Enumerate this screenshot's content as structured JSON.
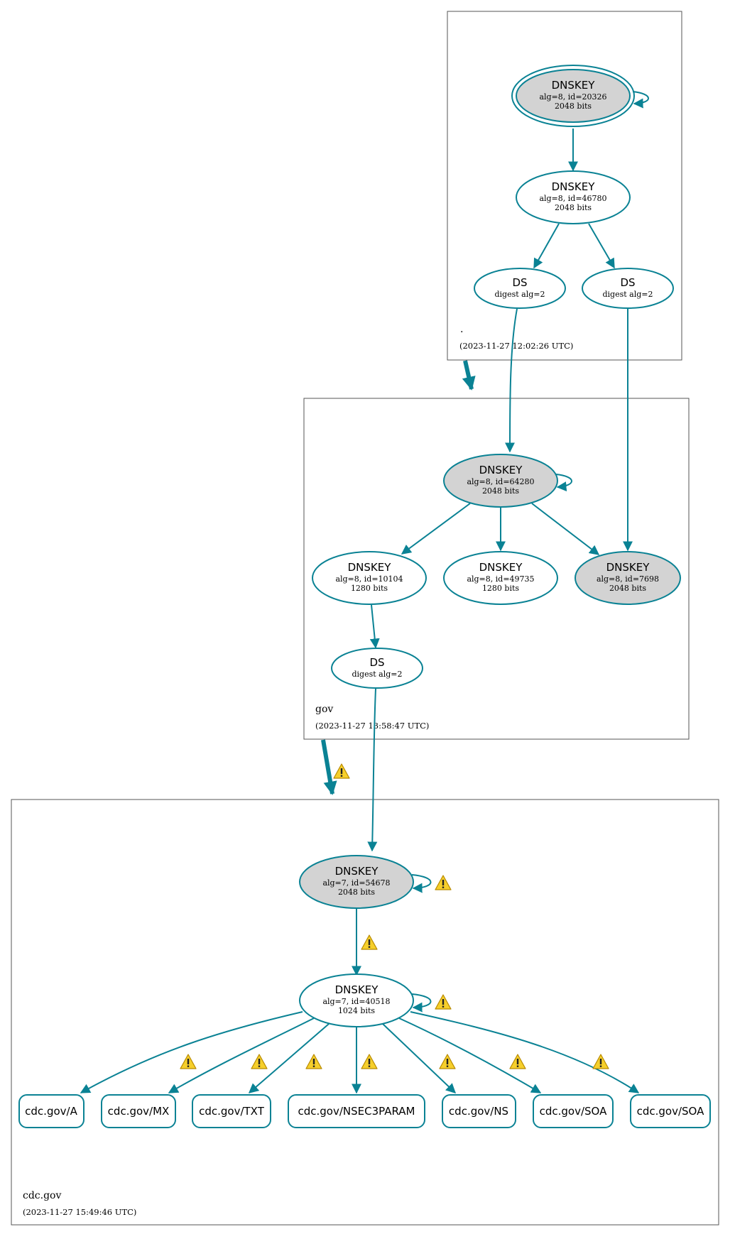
{
  "zones": {
    "root": {
      "name": ".",
      "time": "(2023-11-27 12:02:26 UTC)"
    },
    "gov": {
      "name": "gov",
      "time": "(2023-11-27 13:58:47 UTC)"
    },
    "cdc": {
      "name": "cdc.gov",
      "time": "(2023-11-27 15:49:46 UTC)"
    }
  },
  "nodes": {
    "root_ksk": {
      "title": "DNSKEY",
      "line1": "alg=8, id=20326",
      "line2": "2048 bits"
    },
    "root_zsk": {
      "title": "DNSKEY",
      "line1": "alg=8, id=46780",
      "line2": "2048 bits"
    },
    "root_ds1": {
      "title": "DS",
      "line1": "digest alg=2"
    },
    "root_ds2": {
      "title": "DS",
      "line1": "digest alg=2"
    },
    "gov_ksk": {
      "title": "DNSKEY",
      "line1": "alg=8, id=64280",
      "line2": "2048 bits"
    },
    "gov_zsk1": {
      "title": "DNSKEY",
      "line1": "alg=8, id=10104",
      "line2": "1280 bits"
    },
    "gov_zsk2": {
      "title": "DNSKEY",
      "line1": "alg=8, id=49735",
      "line2": "1280 bits"
    },
    "gov_ksk2": {
      "title": "DNSKEY",
      "line1": "alg=8, id=7698",
      "line2": "2048 bits"
    },
    "gov_ds": {
      "title": "DS",
      "line1": "digest alg=2"
    },
    "cdc_ksk": {
      "title": "DNSKEY",
      "line1": "alg=7, id=54678",
      "line2": "2048 bits"
    },
    "cdc_zsk": {
      "title": "DNSKEY",
      "line1": "alg=7, id=40518",
      "line2": "1024 bits"
    }
  },
  "rrsets": [
    "cdc.gov/A",
    "cdc.gov/MX",
    "cdc.gov/TXT",
    "cdc.gov/NSEC3PARAM",
    "cdc.gov/NS",
    "cdc.gov/SOA",
    "cdc.gov/SOA"
  ],
  "colors": {
    "edge": "#0a8294",
    "key_fill_sep": "#d3d3d3",
    "warning": "#f2c21b"
  },
  "icons": {
    "warning": "warning-icon"
  }
}
